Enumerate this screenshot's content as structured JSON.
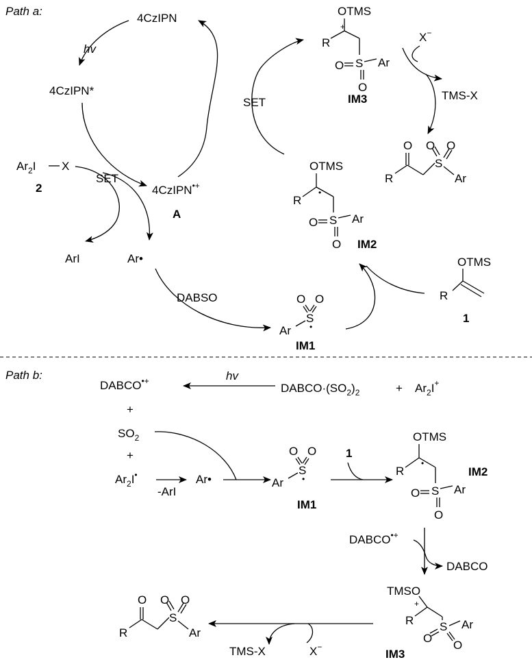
{
  "path_a": {
    "title_prefix": "Path ",
    "title_letter": "a",
    "photocatalyst": "4CzIPN",
    "hv": "hv",
    "excited": "4CzIPN*",
    "radical_cation_text": "4CzIPN",
    "radical_cation_sup": "•+",
    "label_A": "A",
    "set1": "SET",
    "set2": "SET",
    "reagent_2_ar": "Ar",
    "reagent_2_sub": "2",
    "reagent_2_i": "I",
    "reagent_2_x": "X",
    "label_2": "2",
    "ari": "ArI",
    "ar_radical": "Ar",
    "dabso": "DABSO",
    "im1_ar": "Ar",
    "im1_s": "S",
    "im1_o": "O",
    "label_im1": "IM1",
    "substrate_otms": "OTMS",
    "substrate_r": "R",
    "label_1": "1",
    "im2_otms": "OTMS",
    "im2_r": "R",
    "im2_s": "S",
    "im2_o": "O",
    "im2_ar": "Ar",
    "label_im2": "IM2",
    "im3_otms": "OTMS",
    "im3_r": "R",
    "im3_plus": "+",
    "im3_s": "S",
    "im3_o": "O",
    "im3_ar": "Ar",
    "label_im3": "IM3",
    "x_minus": "X",
    "minus": "−",
    "tms_x": "TMS-X",
    "product_o": "O",
    "product_r": "R",
    "product_s": "S",
    "product_ar": "Ar"
  },
  "path_b": {
    "title_prefix": "Path ",
    "title_letter": "b",
    "dabco_cation": "DABCO",
    "dabco_cation_sup": "•+",
    "hv": "hv",
    "dabco_so2": "DABCO·(SO",
    "dabco_so2_sub": "2",
    "dabco_so2_close": ")",
    "dabco_so2_sub2": "2",
    "plus": "+",
    "ar2i_ar": "Ar",
    "ar2i_sub": "2",
    "ar2i_i": "I",
    "ar2i_sup": "+",
    "so2": "SO",
    "so2_sub": "2",
    "ar2i_rad_ar": "Ar",
    "ar2i_rad_sub": "2",
    "ar2i_rad_i": "I",
    "minus_ari": "-ArI",
    "ar_radical": "Ar",
    "im1_ar": "Ar",
    "im1_s": "S",
    "im1_o": "O",
    "label_im1": "IM1",
    "label_1": "1",
    "im2_otms": "OTMS",
    "im2_r": "R",
    "im2_s": "S",
    "im2_o": "O",
    "im2_ar": "Ar",
    "label_im2": "IM2",
    "dabco_cation2": "DABCO",
    "dabco_cation2_sup": "•+",
    "dabco": "DABCO",
    "im3_tmso": "TMSO",
    "im3_r": "R",
    "im3_plus": "+",
    "im3_s": "S",
    "im3_o": "O",
    "im3_ar": "Ar",
    "label_im3": "IM3",
    "tms_x": "TMS-X",
    "x_minus": "X",
    "minus": "−",
    "product_o": "O",
    "product_r": "R",
    "product_s": "S",
    "product_ar": "Ar"
  }
}
